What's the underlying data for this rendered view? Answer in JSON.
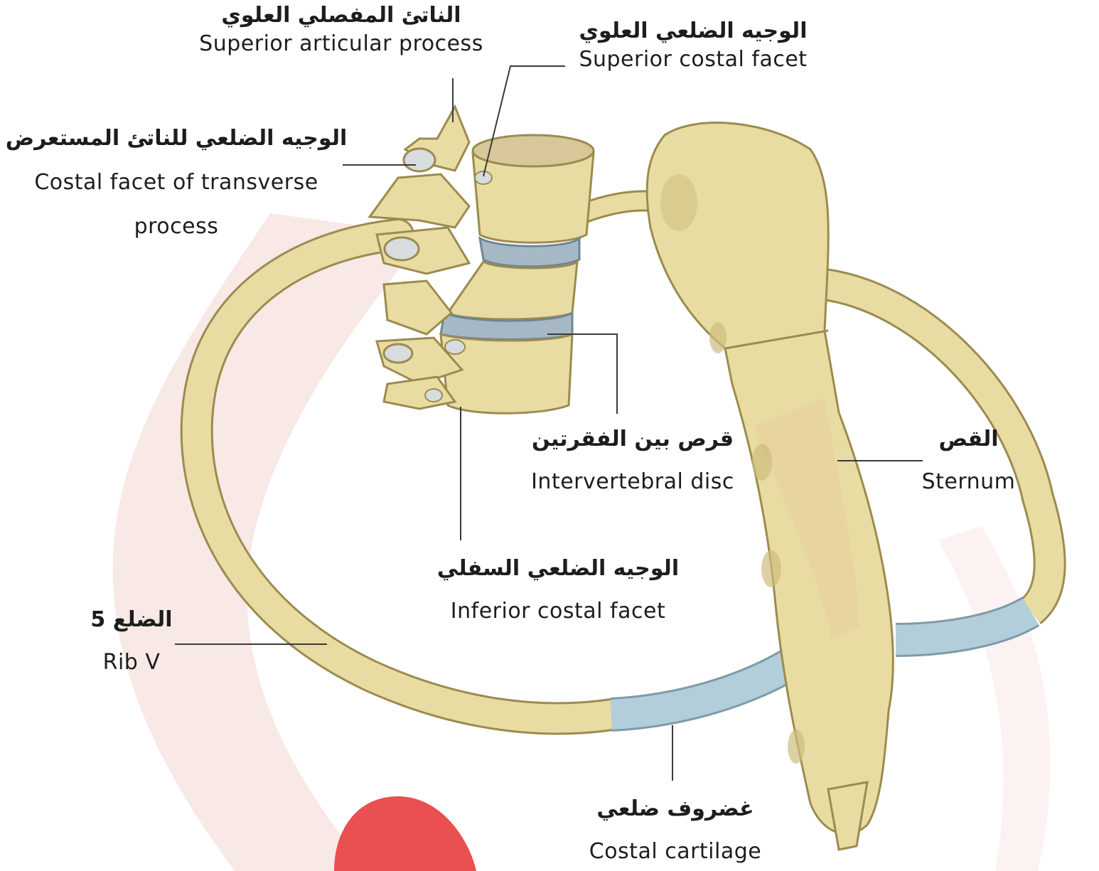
{
  "colors": {
    "bone": "#e9dca3",
    "bone_shadow": "#cdbd7d",
    "bone_outline": "#9c8b4f",
    "cartilage": "#b3cedb",
    "disc": "#a6b7c6",
    "sternum_tint": "#e6cf9c",
    "leader": "#3a3a3a",
    "watermark": "#f7e4e2",
    "logo_red": "#e9504f"
  },
  "labels": {
    "superior_articular_process": {
      "ar": "الناتئ المفصلي العلوي",
      "en": "Superior articular process"
    },
    "superior_costal_facet": {
      "ar": "الوجيه الضلعي العلوي",
      "en": "Superior costal facet"
    },
    "costal_facet_transverse": {
      "ar": "الوجيه الضلعي للناتئ المستعرض",
      "en_line1": "Costal facet of transverse",
      "en_line2": "process"
    },
    "intervertebral_disc": {
      "ar": "قرص بين الفقرتين",
      "en": "Intervertebral disc"
    },
    "sternum": {
      "ar": "القص",
      "en": "Sternum"
    },
    "inferior_costal_facet": {
      "ar": "الوجيه الضلعي السفلي",
      "en": "Inferior costal facet"
    },
    "rib_v": {
      "ar": "الضلع 5",
      "en": "Rib V"
    },
    "costal_cartilage": {
      "ar": "غضروف ضلعي",
      "en": "Costal cartilage"
    }
  }
}
